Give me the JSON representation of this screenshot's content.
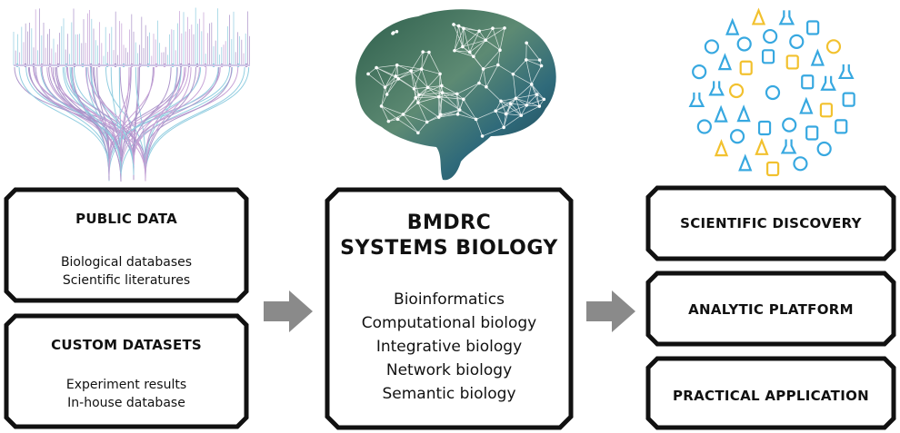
{
  "public_data": {
    "title": "PUBLIC DATA",
    "items": [
      "Biological databases",
      "Scientific literatures"
    ]
  },
  "custom_datasets": {
    "title": "CUSTOM DATASETS",
    "items": [
      "Experiment results",
      "In-house database"
    ]
  },
  "center": {
    "title_line1": "BMDRC",
    "title_line2": "SYSTEMS BIOLOGY",
    "items": [
      "Bioinformatics",
      "Computational biology",
      "Integrative biology",
      "Network biology",
      "Semantic biology"
    ]
  },
  "outcomes": [
    "SCIENTIFIC DISCOVERY",
    "ANALYTIC PLATFORM",
    "PRACTICAL APPLICATION"
  ],
  "colors": {
    "border": "#111111",
    "arrow": "#8a8a8a",
    "network": [
      "#6a3fa0",
      "#3aa6c8",
      "#9b59b6"
    ],
    "brain": "#3b6b6b",
    "icons": [
      "#37a8e0",
      "#f2c12e"
    ]
  },
  "illustrations": [
    "data-network-graphic",
    "brain-network-graphic",
    "science-icons-circle"
  ]
}
